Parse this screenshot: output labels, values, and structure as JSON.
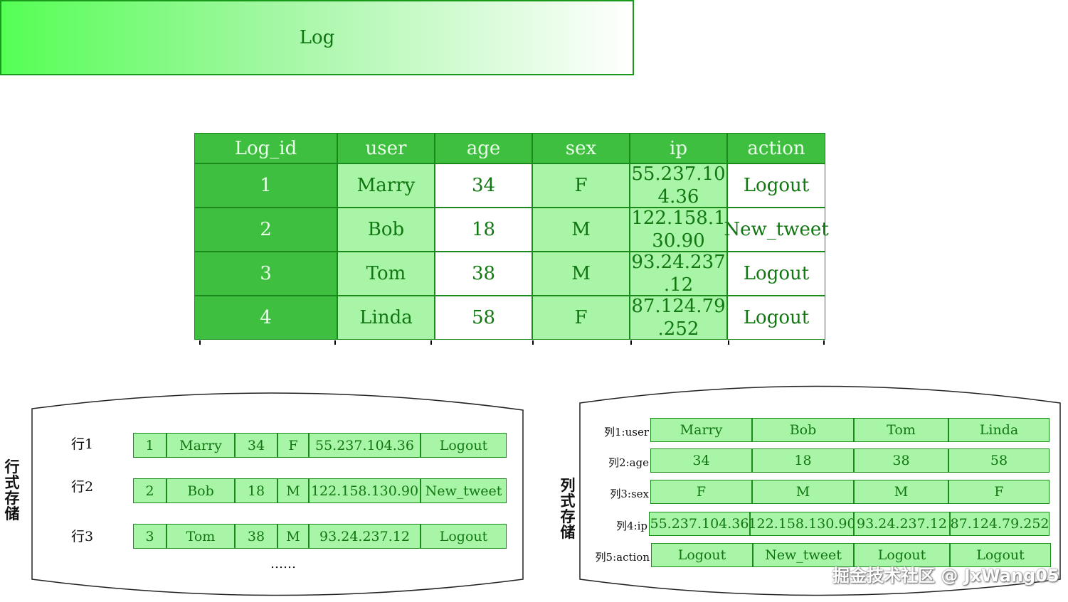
{
  "table": {
    "title": "Log",
    "headers": [
      "Log_id",
      "user",
      "age",
      "sex",
      "ip",
      "action"
    ],
    "rows": [
      [
        "1",
        "Marry",
        "34",
        "F",
        "55.237.104.36",
        "Logout"
      ],
      [
        "2",
        "Bob",
        "18",
        "M",
        "122.158.130.90",
        "New_tweet"
      ],
      [
        "3",
        "Tom",
        "38",
        "M",
        "93.24.237.12",
        "Logout"
      ],
      [
        "4",
        "Linda",
        "58",
        "F",
        "87.124.79.252",
        "Logout"
      ]
    ],
    "ip_wrapped": [
      [
        "55.237.10",
        "4.36"
      ],
      [
        "122.158.1",
        "30.90"
      ],
      [
        "93.24.237",
        ".12"
      ],
      [
        "87.124.79",
        ".252"
      ]
    ]
  },
  "row_store": {
    "title": "行式存储",
    "row_labels": [
      "行1",
      "行2",
      "行3"
    ],
    "rows": [
      [
        "1",
        "Marry",
        "34",
        "F",
        "55.237.104.36",
        "Logout"
      ],
      [
        "2",
        "Bob",
        "18",
        "M",
        "122.158.130.90",
        "New_tweet"
      ],
      [
        "3",
        "Tom",
        "38",
        "M",
        "93.24.237.12",
        "Logout"
      ]
    ],
    "ellipsis": "……"
  },
  "column_store": {
    "title": "列式存储",
    "columns": [
      {
        "label": "列1:user",
        "values": [
          "Marry",
          "Bob",
          "Tom",
          "Linda"
        ]
      },
      {
        "label": "列2:age",
        "values": [
          "34",
          "18",
          "38",
          "58"
        ]
      },
      {
        "label": "列3:sex",
        "values": [
          "F",
          "M",
          "M",
          "F"
        ]
      },
      {
        "label": "列4:ip",
        "values": [
          "55.237.104.36",
          "122.158.130.90",
          "93.24.237.12",
          "87.124.79.252"
        ]
      },
      {
        "label": "列5:action",
        "values": [
          "Logout",
          "New_tweet",
          "Logout",
          "Logout"
        ]
      }
    ]
  },
  "watermark": "掘金技术社区 @ JxWang05",
  "colors": {
    "header_green": "#3fbf3f",
    "light_green": "#a8f5a8",
    "border_green": "#1a8a1a",
    "text_green": "#117711"
  }
}
